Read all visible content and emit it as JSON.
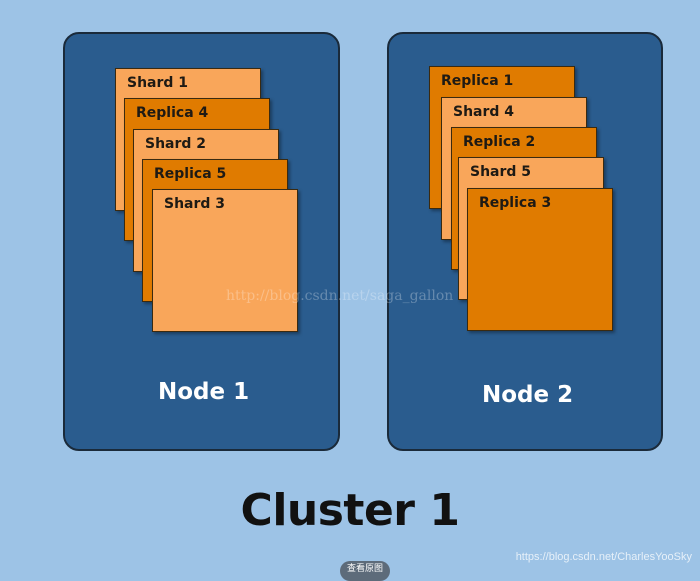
{
  "diagram": {
    "title": "Cluster 1",
    "colors": {
      "background": "#9dc3e6",
      "node": "#2a5c8e",
      "shard": "#f9a65a",
      "replica": "#e07b00"
    },
    "nodes": [
      {
        "label": "Node 1",
        "cards": [
          {
            "label": "Shard 1",
            "type": "shard"
          },
          {
            "label": "Replica 4",
            "type": "replica"
          },
          {
            "label": "Shard 2",
            "type": "shard"
          },
          {
            "label": "Replica 5",
            "type": "replica"
          },
          {
            "label": "Shard 3",
            "type": "shard"
          }
        ]
      },
      {
        "label": "Node 2",
        "cards": [
          {
            "label": "Replica 1",
            "type": "replica"
          },
          {
            "label": "Shard 4",
            "type": "shard"
          },
          {
            "label": "Replica 2",
            "type": "replica"
          },
          {
            "label": "Shard 5",
            "type": "shard"
          },
          {
            "label": "Replica 3",
            "type": "replica"
          }
        ]
      }
    ]
  },
  "watermarks": {
    "center": "http://blog.csdn.net/saga_gallon",
    "bottom": "https://blog.csdn.net/CharlesYooSky"
  },
  "overlay": {
    "view_image_label": "查看原图"
  }
}
